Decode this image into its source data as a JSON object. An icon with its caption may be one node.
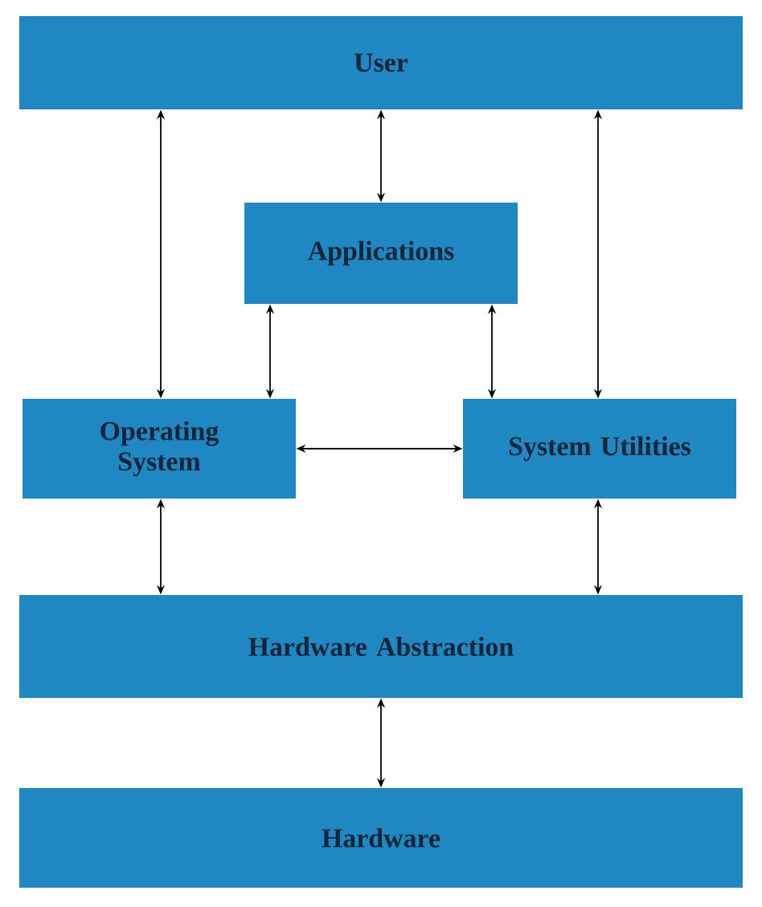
{
  "diagram": {
    "nodes": [
      {
        "text": [
          "User"
        ]
      },
      {
        "text": [
          "Applications"
        ]
      },
      {
        "text": [
          "Operating System"
        ]
      },
      {
        "text": [
          "System Utilities"
        ]
      },
      {
        "text": [
          "Hardware Abstraction"
        ]
      },
      {
        "text": [
          "Hardware"
        ]
      }
    ],
    "edges": [
      {
        "from": 0,
        "to": 2,
        "arrow": "both"
      },
      {
        "from": 0,
        "to": 1,
        "arrow": "both"
      },
      {
        "from": 0,
        "to": 3,
        "arrow": "both"
      },
      {
        "from": 1,
        "to": 2,
        "arrow": "both"
      },
      {
        "from": 1,
        "to": 3,
        "arrow": "both"
      },
      {
        "from": 2,
        "to": 3,
        "arrow": "both"
      },
      {
        "from": 2,
        "to": 4,
        "arrow": "both"
      },
      {
        "from": 3,
        "to": 4,
        "arrow": "both"
      },
      {
        "from": 4,
        "to": 5,
        "arrow": "both"
      }
    ]
  }
}
